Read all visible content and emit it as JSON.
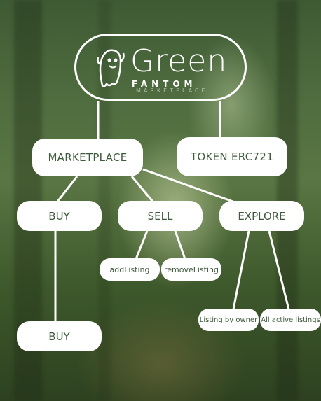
{
  "logo": {
    "word": "Green",
    "sub": "FANTOM",
    "sub2": "MARKETPLACE"
  },
  "nodes": {
    "marketplace": "MARKETPLACE",
    "token": "TOKEN ERC721",
    "buy": "BUY",
    "sell": "SELL",
    "explore": "EXPLORE",
    "add_listing": "addListing",
    "remove_listing": "removeListing",
    "listing_by_owner": "Listing by owner",
    "all_active": "All active listings",
    "buy_leaf": "BUY"
  },
  "colors": {
    "node_text": "#3d5a3a",
    "line": "#ffffff"
  }
}
